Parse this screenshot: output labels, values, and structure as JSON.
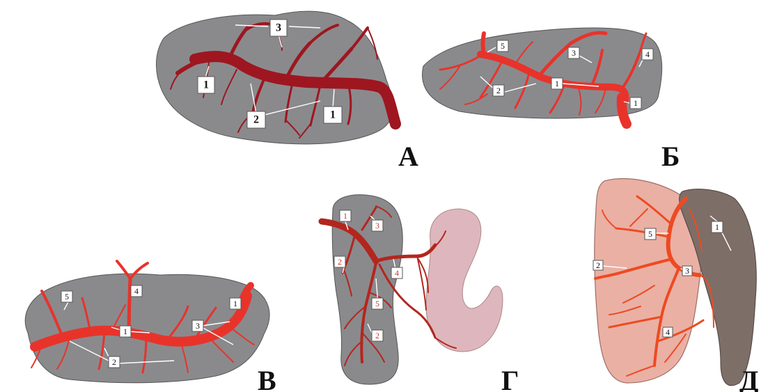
{
  "panels": [
    {
      "letter": "А",
      "labels": [
        "3",
        "1",
        "2",
        "1"
      ]
    },
    {
      "letter": "Б",
      "labels": [
        "5",
        "3",
        "4",
        "2",
        "1",
        "1"
      ]
    },
    {
      "letter": "В",
      "labels": [
        "4",
        "5",
        "1",
        "1",
        "3",
        "2"
      ]
    },
    {
      "letter": "Г",
      "labels": [
        "1",
        "3",
        "2",
        "4",
        "5",
        "2"
      ]
    },
    {
      "letter": "Д",
      "labels": [
        "1",
        "5",
        "2",
        "3",
        "4"
      ]
    }
  ],
  "colors": {
    "organ_grey": "#8a8a8d",
    "vessel_dark_red": "#9e1620",
    "vessel_red": "#e8332b",
    "lung_pink": "#eab0a4",
    "stomach_pink": "#ddb7bd",
    "spleen_brown": "#7e6e68"
  }
}
